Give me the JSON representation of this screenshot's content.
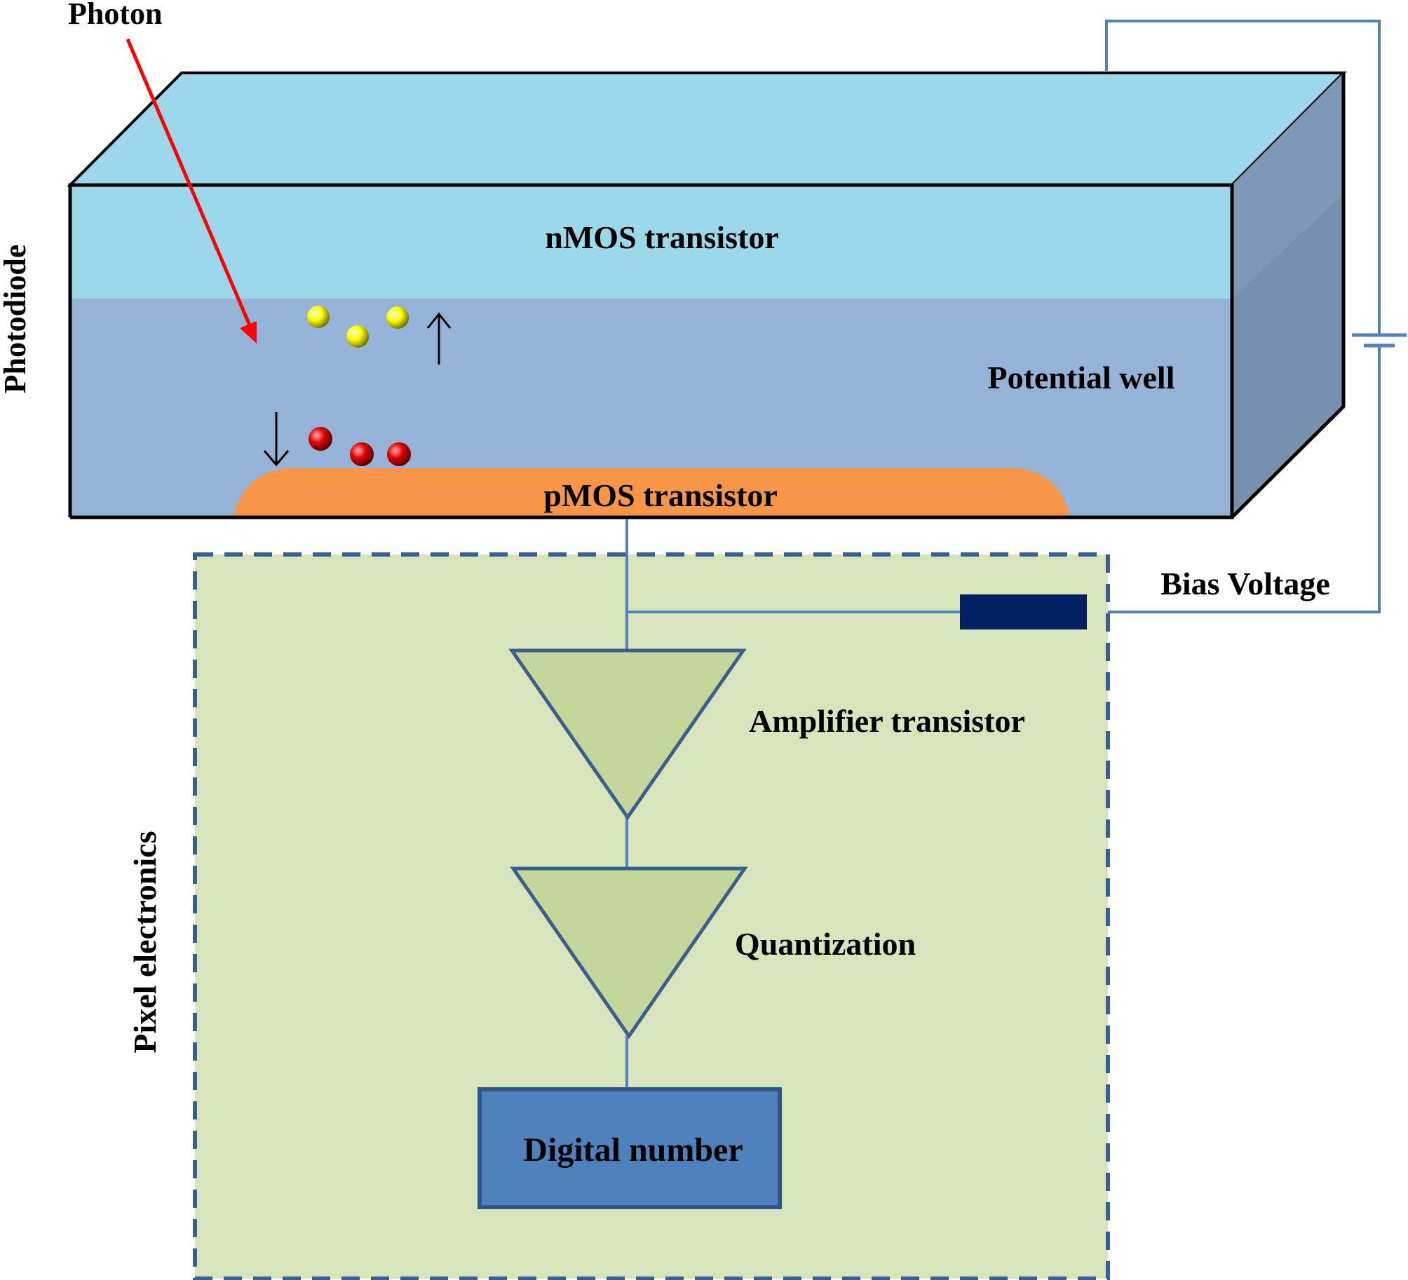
{
  "labels": {
    "photon": "Photon",
    "photodiode": "Photodiode",
    "nmos": "nMOS transistor",
    "potential_well": "Potential well",
    "pmos": "pMOS transistor",
    "bias_voltage": "Bias Voltage",
    "amplifier": "Amplifier transistor",
    "quantization": "Quantization",
    "digital_number": "Digital number",
    "pixel_electronics": "Pixel electronics"
  },
  "colors": {
    "nmos_layer": "#9bd9ea",
    "potential_well": "#95b3d7",
    "side_face_top": "#7e97b5",
    "side_face_bottom": "#7790ad",
    "pmos_region": "#f79646",
    "pixel_box_fill": "#d8e4bc",
    "pixel_box_border": "#376092",
    "triangle_fill": "#c4d79b",
    "wire": "#4f81bd",
    "triangle_stroke": "#3a5f8c",
    "digital_box_fill": "#4f81bd",
    "digital_box_border": "#2d5585",
    "resistor": "#002060",
    "photon_arrow": "#ff0000",
    "hole_particle": "#ffff00",
    "electron_particle": "#e00000",
    "outline": "#000000"
  }
}
